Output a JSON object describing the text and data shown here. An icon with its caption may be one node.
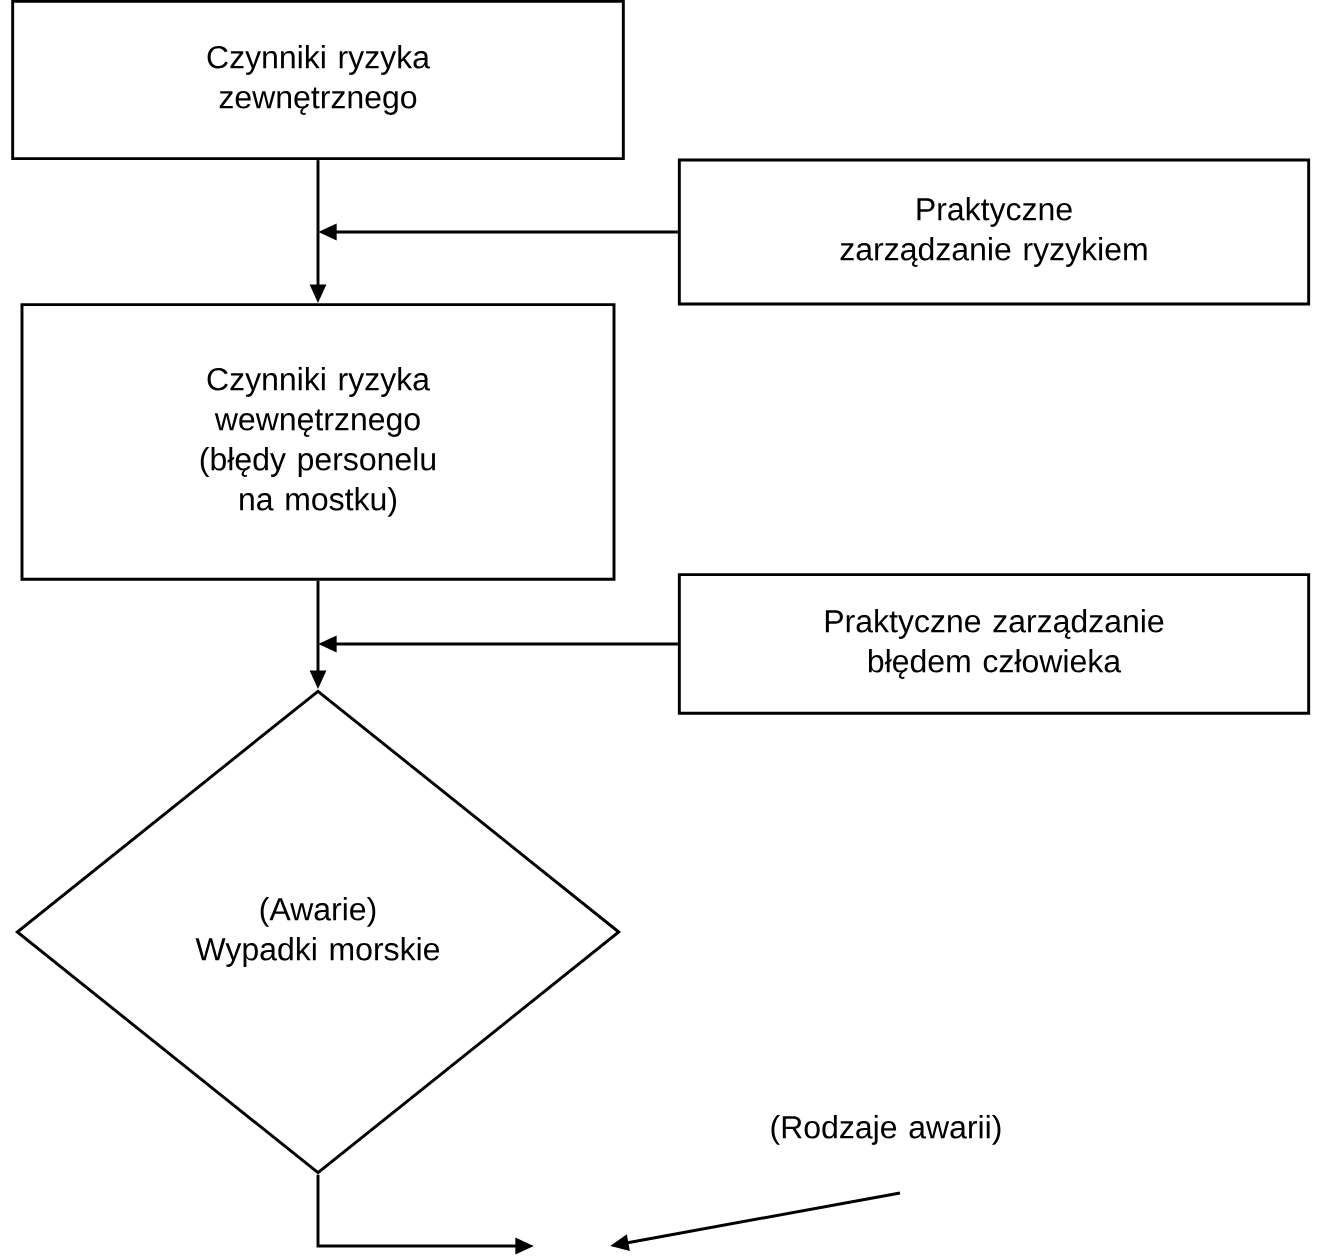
{
  "diagram": {
    "nodes": [
      {
        "text": [
          "Czynniki ryzyka zewnętrznego"
        ]
      },
      {
        "text": [
          "Praktyczne zarządzanie ryzykiem"
        ]
      },
      {
        "text": [
          "Czynniki ryzyka wewnętrznego (błędy personelu na mostku)"
        ]
      },
      {
        "text": [
          "Praktyczne zarządzanie błędem człowieka"
        ]
      },
      {
        "text": [
          "(Awarie) Wypadki morskie"
        ]
      },
      {
        "text": [
          "(Rodzaje awarii)"
        ]
      }
    ],
    "edges": [
      {
        "from": 0,
        "to": 2,
        "arrow": "to"
      },
      {
        "from": 1,
        "to": null,
        "arrow": "to"
      },
      {
        "from": 2,
        "to": 4,
        "arrow": "to"
      },
      {
        "from": 3,
        "to": null,
        "arrow": "to"
      },
      {
        "from": 4,
        "to": null,
        "arrow": "to"
      },
      {
        "from": 5,
        "to": null,
        "arrow": "to"
      }
    ]
  }
}
